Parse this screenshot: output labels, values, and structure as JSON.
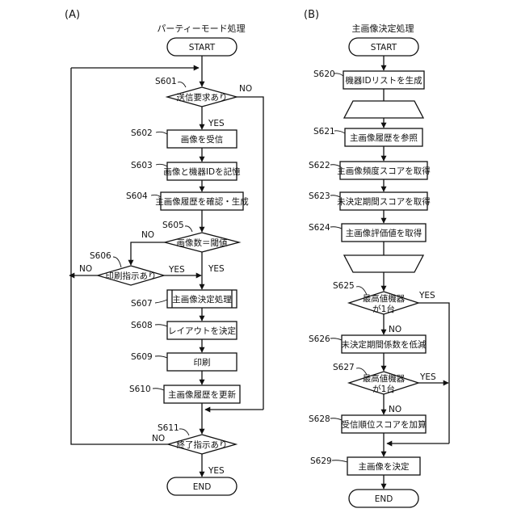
{
  "panels": {
    "a": {
      "label": "(A)",
      "title": "パーティーモード処理",
      "start": "START",
      "end": "END",
      "yes": "YES",
      "no": "NO",
      "steps": {
        "s601": {
          "id": "S601",
          "text": "送信要求あり"
        },
        "s602": {
          "id": "S602",
          "text": "画像を受信"
        },
        "s603": {
          "id": "S603",
          "text": "画像と機器IDを記憶"
        },
        "s604": {
          "id": "S604",
          "text": "主画像履歴を確認・生成"
        },
        "s605": {
          "id": "S605",
          "text": "画像数＝閾値"
        },
        "s606": {
          "id": "S606",
          "text": "印刷指示あり"
        },
        "s607": {
          "id": "S607",
          "text": "主画像決定処理"
        },
        "s608": {
          "id": "S608",
          "text": "レイアウトを決定"
        },
        "s609": {
          "id": "S609",
          "text": "印刷"
        },
        "s610": {
          "id": "S610",
          "text": "主画像履歴を更新"
        },
        "s611": {
          "id": "S611",
          "text": "終了指示あり"
        }
      }
    },
    "b": {
      "label": "(B)",
      "title": "主画像決定処理",
      "start": "START",
      "end": "END",
      "yes": "YES",
      "no": "NO",
      "steps": {
        "s620": {
          "id": "S620",
          "text": "機器IDリストを生成"
        },
        "s621": {
          "id": "S621",
          "text": "主画像履歴を参照"
        },
        "s622": {
          "id": "S622",
          "text": "主画像頻度スコアを取得"
        },
        "s623": {
          "id": "S623",
          "text": "未決定期間スコアを取得"
        },
        "s624": {
          "id": "S624",
          "text": "主画像評価値を取得"
        },
        "s625": {
          "id": "S625",
          "text1": "最高値機器",
          "text2": "が1台"
        },
        "s626": {
          "id": "S626",
          "text": "未決定期間係数を低減"
        },
        "s627": {
          "id": "S627",
          "text1": "最高値機器",
          "text2": "が1台"
        },
        "s628": {
          "id": "S628",
          "text": "受信順位スコアを加算"
        },
        "s629": {
          "id": "S629",
          "text": "主画像を決定"
        }
      }
    }
  }
}
